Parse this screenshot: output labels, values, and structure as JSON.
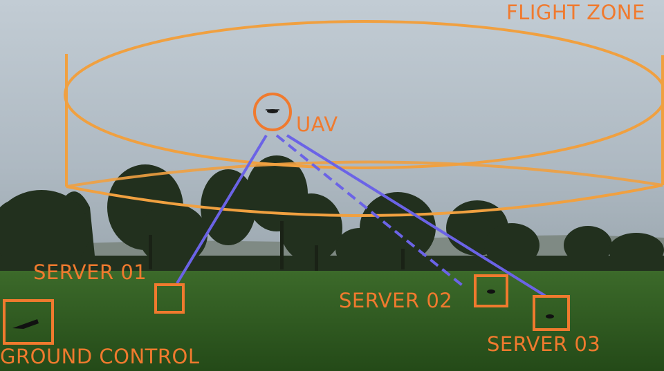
{
  "labels": {
    "flight_zone": "FLIGHT ZONE",
    "uav": "UAV",
    "server_01": "SERVER 01",
    "server_02": "SERVER 02",
    "server_03": "SERVER 03",
    "ground_control": "GROUND CONTROL"
  },
  "colors": {
    "annotation": "#f07a2e",
    "link": "#6b63e6",
    "sky": "#b9c3cb",
    "grass": "#2f5a22",
    "trees": "#22301e"
  },
  "links": [
    {
      "to": "SERVER 01",
      "style": "solid"
    },
    {
      "to": "SERVER 02",
      "style": "dashed"
    },
    {
      "to": "SERVER 03",
      "style": "solid"
    }
  ]
}
